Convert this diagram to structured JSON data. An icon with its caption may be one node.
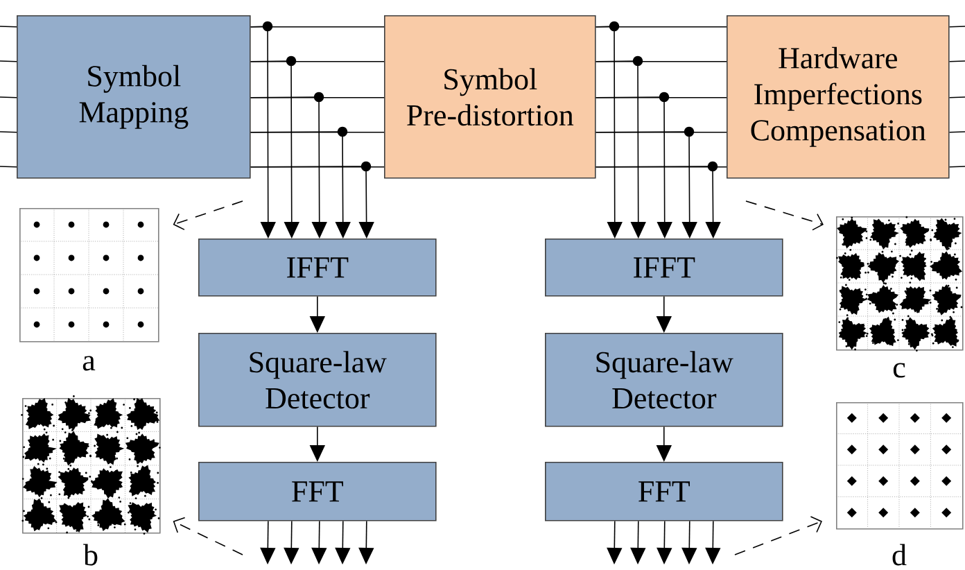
{
  "diagram": {
    "nodes": [
      {
        "text": [
          "Symbol Mapping"
        ]
      },
      {
        "text": [
          "Symbol Pre-distortion"
        ]
      },
      {
        "text": [
          "Hardware Imperfections Compensation"
        ]
      },
      {
        "text": [
          "IFFT"
        ]
      },
      {
        "text": [
          "Square-law Detector"
        ]
      },
      {
        "text": [
          "FFT"
        ]
      },
      {
        "text": [
          "IFFT"
        ]
      },
      {
        "text": [
          "Square-law Detector"
        ]
      },
      {
        "text": [
          "FFT"
        ]
      },
      {
        "text": [],
        "shape": "picture",
        "beside": [
          "a"
        ]
      },
      {
        "text": [],
        "shape": "picture",
        "beside": [
          "b"
        ]
      },
      {
        "text": [],
        "shape": "picture",
        "beside": [
          "c"
        ]
      },
      {
        "text": [],
        "shape": "picture",
        "beside": [
          "d"
        ]
      }
    ],
    "edges": [
      {
        "from": null,
        "to": 0,
        "arrow": "none"
      },
      {
        "from": null,
        "to": 0,
        "arrow": "none"
      },
      {
        "from": null,
        "to": 0,
        "arrow": "none"
      },
      {
        "from": null,
        "to": 0,
        "arrow": "none"
      },
      {
        "from": null,
        "to": 0,
        "arrow": "none"
      },
      {
        "from": 0,
        "to": 1,
        "arrow": "none"
      },
      {
        "from": 0,
        "to": 1,
        "arrow": "none"
      },
      {
        "from": 0,
        "to": 1,
        "arrow": "none"
      },
      {
        "from": 0,
        "to": 1,
        "arrow": "none"
      },
      {
        "from": 0,
        "to": 1,
        "arrow": "none"
      },
      {
        "from": 0,
        "to": 3,
        "arrow": "to"
      },
      {
        "from": 0,
        "to": 3,
        "arrow": "to"
      },
      {
        "from": 0,
        "to": 3,
        "arrow": "to"
      },
      {
        "from": 0,
        "to": 3,
        "arrow": "to"
      },
      {
        "from": 0,
        "to": 3,
        "arrow": "to"
      },
      {
        "from": 3,
        "to": 4,
        "arrow": "to"
      },
      {
        "from": 4,
        "to": 5,
        "arrow": "to"
      },
      {
        "from": 5,
        "to": null,
        "arrow": "to"
      },
      {
        "from": 5,
        "to": null,
        "arrow": "to"
      },
      {
        "from": 5,
        "to": null,
        "arrow": "to"
      },
      {
        "from": 5,
        "to": null,
        "arrow": "to"
      },
      {
        "from": 5,
        "to": null,
        "arrow": "to"
      },
      {
        "from": 1,
        "to": 2,
        "arrow": "none"
      },
      {
        "from": 1,
        "to": 2,
        "arrow": "none"
      },
      {
        "from": 1,
        "to": 2,
        "arrow": "none"
      },
      {
        "from": 1,
        "to": 2,
        "arrow": "none"
      },
      {
        "from": 1,
        "to": 2,
        "arrow": "none"
      },
      {
        "from": 1,
        "to": 6,
        "arrow": "to"
      },
      {
        "from": 1,
        "to": 6,
        "arrow": "to"
      },
      {
        "from": 1,
        "to": 6,
        "arrow": "to"
      },
      {
        "from": 1,
        "to": 6,
        "arrow": "to"
      },
      {
        "from": 1,
        "to": 6,
        "arrow": "to"
      },
      {
        "from": 6,
        "to": 7,
        "arrow": "to"
      },
      {
        "from": 7,
        "to": 8,
        "arrow": "to"
      },
      {
        "from": 8,
        "to": null,
        "arrow": "to"
      },
      {
        "from": 8,
        "to": null,
        "arrow": "to"
      },
      {
        "from": 8,
        "to": null,
        "arrow": "to"
      },
      {
        "from": 8,
        "to": null,
        "arrow": "to"
      },
      {
        "from": 8,
        "to": null,
        "arrow": "to"
      },
      {
        "from": 2,
        "to": null,
        "arrow": "none"
      },
      {
        "from": 2,
        "to": null,
        "arrow": "none"
      },
      {
        "from": 2,
        "to": null,
        "arrow": "none"
      },
      {
        "from": 2,
        "to": null,
        "arrow": "none"
      },
      {
        "from": 2,
        "to": null,
        "arrow": "none"
      },
      {
        "from": null,
        "to": 9,
        "arrow": "to",
        "style": "dashed"
      },
      {
        "from": null,
        "to": 10,
        "arrow": "to",
        "style": "dashed"
      },
      {
        "from": null,
        "to": 11,
        "arrow": "to",
        "style": "dashed"
      },
      {
        "from": null,
        "to": 12,
        "arrow": "to",
        "style": "dashed"
      }
    ]
  }
}
